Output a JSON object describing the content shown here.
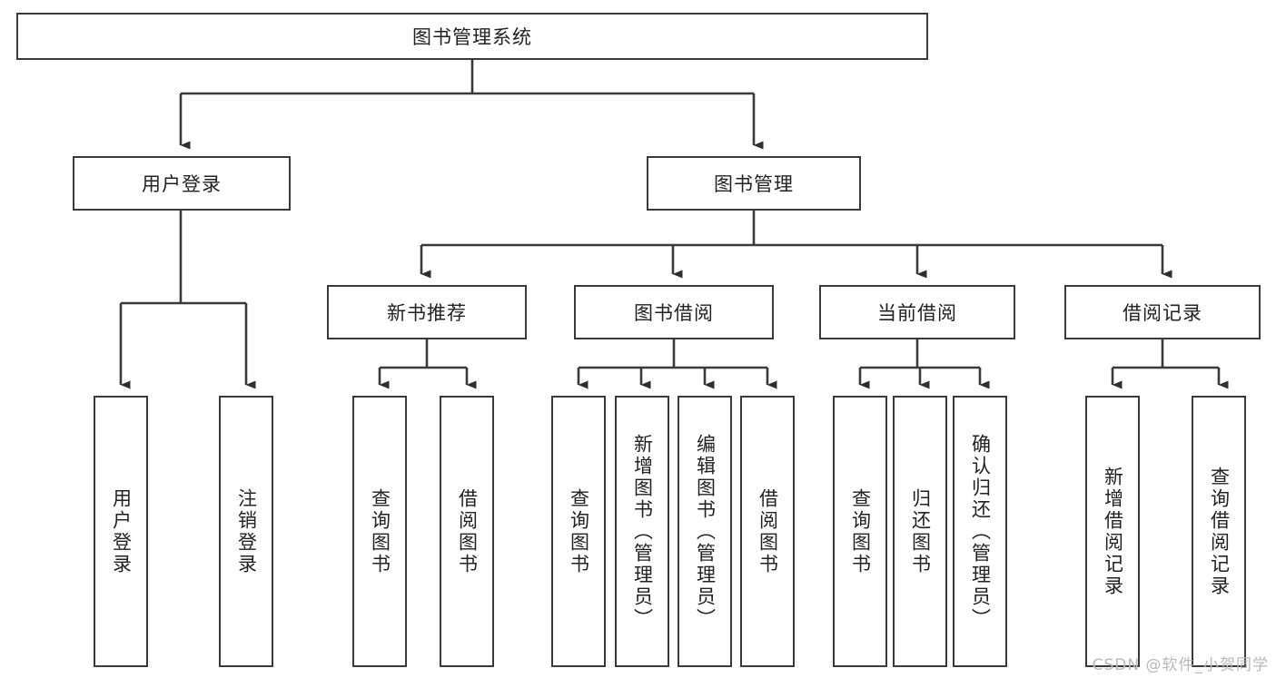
{
  "diagram": {
    "title": "图书管理系统",
    "type": "tree",
    "watermark": "CSDN @软件_小贺同学",
    "colors": {
      "stroke": "#3a3a3a",
      "fill": "#ffffff",
      "text": "#222222",
      "watermark": "#b9b9b9"
    },
    "nodes": {
      "root": {
        "label": "图书管理系统"
      },
      "level1": [
        {
          "label": "用户登录"
        },
        {
          "label": "图书管理"
        }
      ],
      "level2": [
        {
          "label": "新书推荐"
        },
        {
          "label": "图书借阅"
        },
        {
          "label": "当前借阅"
        },
        {
          "label": "借阅记录"
        }
      ],
      "leaves": {
        "user_login": [
          {
            "label": "用户登录"
          },
          {
            "label": "注销登录"
          }
        ],
        "new_book_recommend": [
          {
            "label": "查询图书"
          },
          {
            "label": "借阅图书"
          }
        ],
        "book_borrow": [
          {
            "label": "查询图书"
          },
          {
            "label": "新增图书（管理员）"
          },
          {
            "label": "编辑图书（管理员）"
          },
          {
            "label": "借阅图书"
          }
        ],
        "current_borrow": [
          {
            "label": "查询图书"
          },
          {
            "label": "归还图书"
          },
          {
            "label": "确认归还（管理员）"
          }
        ],
        "borrow_record": [
          {
            "label": "新增借阅记录"
          },
          {
            "label": "查询借阅记录"
          }
        ]
      }
    }
  }
}
